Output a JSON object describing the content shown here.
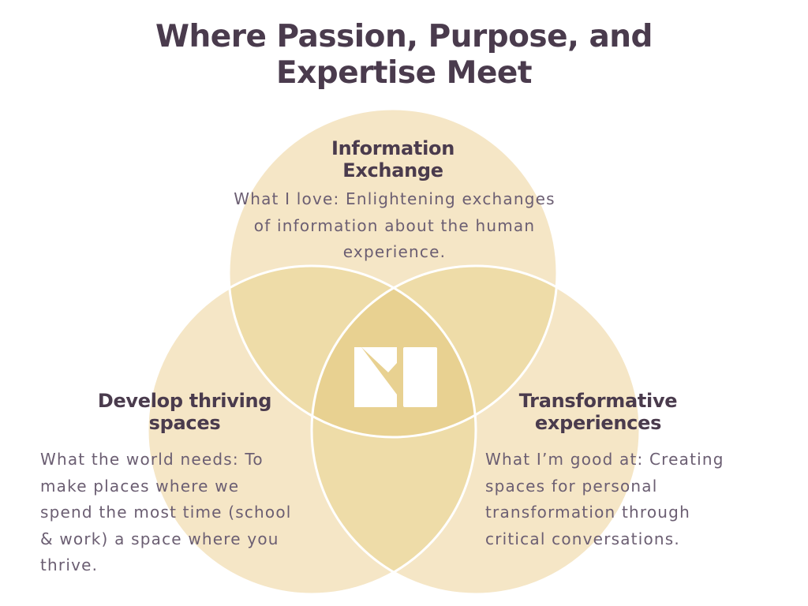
{
  "title": {
    "lines": [
      "Where Passion, Purpose, and",
      "Expertise Meet"
    ]
  },
  "circles": {
    "top": {
      "heading_lines": [
        "Information",
        "Exchange"
      ],
      "desc_lines": [
        "What I love: Enlightening exchanges",
        "of information about the human",
        "experience."
      ]
    },
    "left": {
      "heading_lines": [
        "Develop thriving",
        "spaces"
      ],
      "desc_lines": [
        "What the world needs: To",
        "make places where we",
        "spend the most time (school",
        "& work) a space where you",
        "thrive."
      ]
    },
    "right": {
      "heading_lines": [
        "Transformative",
        "experiences"
      ],
      "desc_lines": [
        "What I’m good at: Creating",
        "spaces for personal",
        "transformation through",
        "critical conversations."
      ]
    }
  },
  "colors": {
    "circle_fill": "#f5e6c6",
    "pair_overlap": "#eedca8",
    "center_overlap": "#e8d191",
    "circle_stroke": "#ffffff",
    "text_dark": "#4a3b4d",
    "text_body": "#6b5e72",
    "logo": "#ffffff"
  },
  "logo": {
    "icon": "m-logo-icon"
  }
}
